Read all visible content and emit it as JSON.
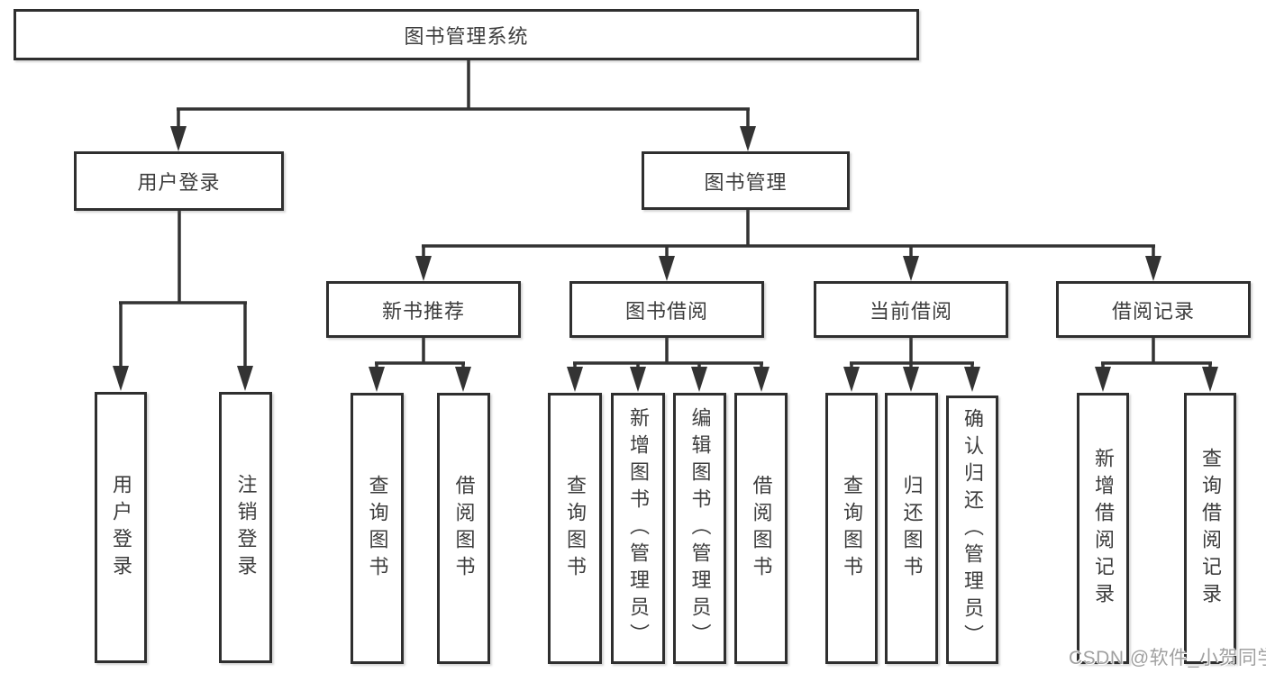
{
  "diagram_type": "hierarchy-tree",
  "tree": {
    "label": "图书管理系统",
    "children": [
      {
        "label": "用户登录",
        "children": [
          {
            "label": "用户登录"
          },
          {
            "label": "注销登录"
          }
        ]
      },
      {
        "label": "图书管理",
        "children": [
          {
            "label": "新书推荐",
            "children": [
              {
                "label": "查询图书"
              },
              {
                "label": "借阅图书"
              }
            ]
          },
          {
            "label": "图书借阅",
            "children": [
              {
                "label": "查询图书"
              },
              {
                "label": "新增图书（管理员）"
              },
              {
                "label": "编辑图书（管理员）"
              },
              {
                "label": "借阅图书"
              }
            ]
          },
          {
            "label": "当前借阅",
            "children": [
              {
                "label": "查询图书"
              },
              {
                "label": "归还图书"
              },
              {
                "label": "确认归还（管理员）"
              }
            ]
          },
          {
            "label": "借阅记录",
            "children": [
              {
                "label": "新增借阅记录"
              },
              {
                "label": "查询借阅记录"
              }
            ]
          }
        ]
      }
    ]
  },
  "watermark": "CSDN @软件_小贺同学",
  "colors": {
    "line": "#333333",
    "box_border": "#2f2f2f",
    "text": "#3d3d3d",
    "watermark": "#a0a0a0",
    "background": "#ffffff"
  }
}
